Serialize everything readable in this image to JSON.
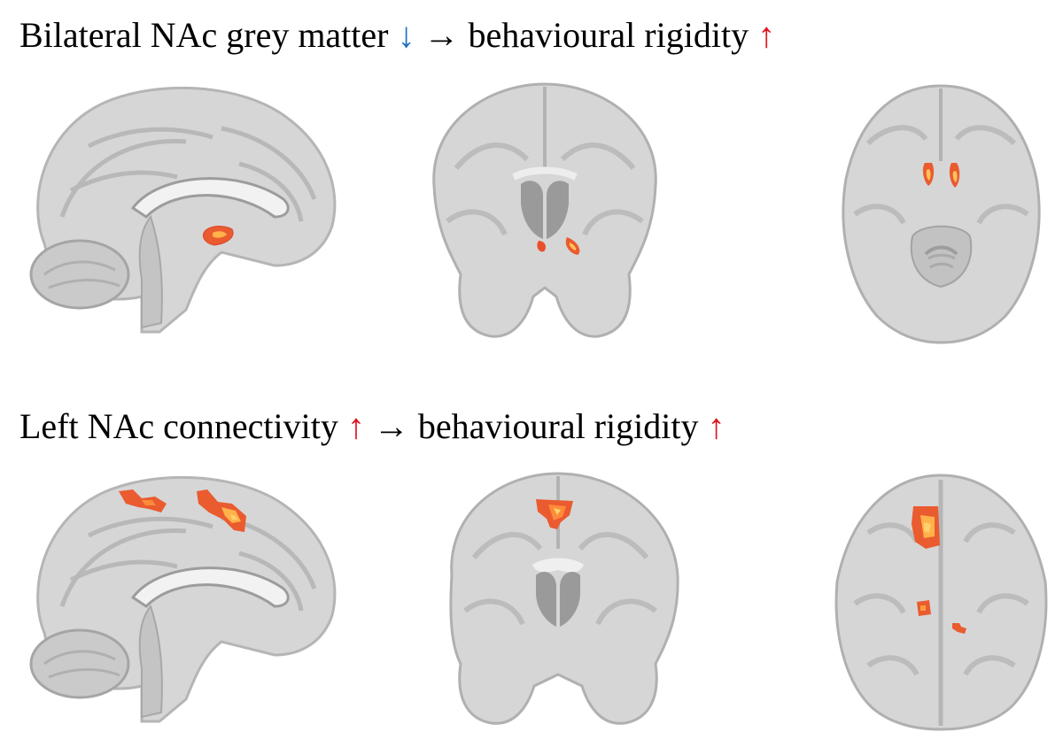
{
  "colors": {
    "arrow_up": "#e0141e",
    "arrow_down": "#1f6fc4",
    "brain_tissue": "#d4d4d4",
    "activation_low": "#e84c2a",
    "activation_high": "#ffd16a"
  },
  "row1": {
    "region": "Bilateral NAc grey matter",
    "region_arrow": "↓",
    "link_arrow": "→",
    "outcome": "behavioural rigidity",
    "outcome_arrow": "↑"
  },
  "row2": {
    "region": "Left NAc connectivity",
    "region_arrow": "↑",
    "link_arrow": "→",
    "outcome": "behavioural rigidity",
    "outcome_arrow": "↑"
  },
  "views": [
    "sagittal",
    "coronal",
    "axial"
  ]
}
